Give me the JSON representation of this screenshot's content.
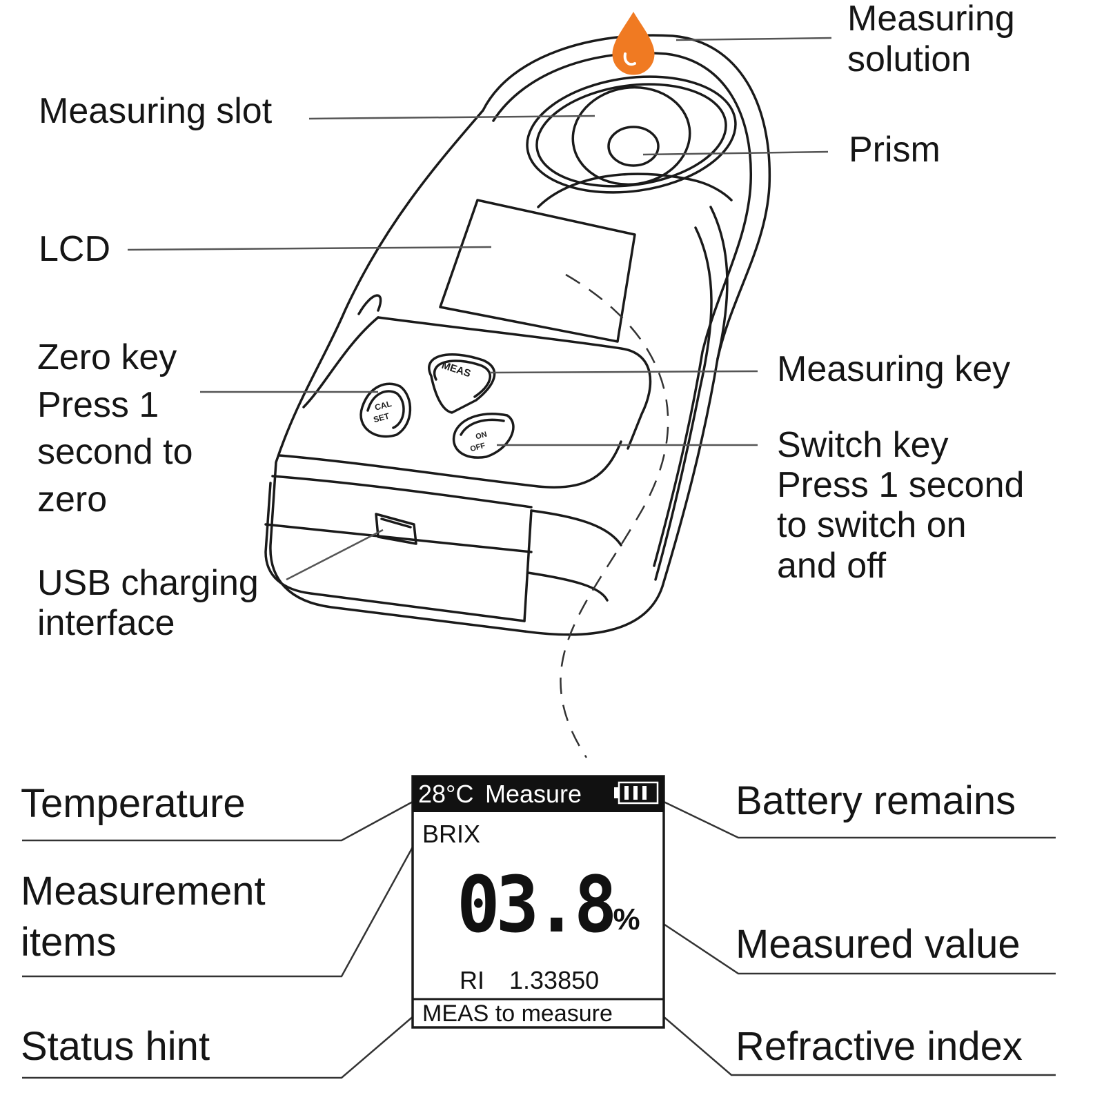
{
  "labels": {
    "measuring_solution": "Measuring\nsolution",
    "measuring_slot": "Measuring slot",
    "prism": "Prism",
    "lcd": "LCD",
    "zero_key": "Zero key\nPress 1\nsecond to\nzero",
    "measuring_key": "Measuring key",
    "switch_key": "Switch key\nPress 1 second\nto switch on\nand off",
    "usb": "USB charging\ninterface",
    "temperature": "Temperature",
    "measurement_items": "Measurement\nitems",
    "status_hint": "Status hint",
    "battery_remains": "Battery remains",
    "measured_value": "Measured value",
    "refractive_index": "Refractive index"
  },
  "device_keys": {
    "meas": "MEAS",
    "cal": "CAL",
    "set": "SET",
    "on": "ON",
    "off": "OFF"
  },
  "screen": {
    "temperature": "28°C",
    "mode": "Measure",
    "battery_bars": 3,
    "item": "BRIX",
    "value": "03.8",
    "unit": "%",
    "ri_label": "RI",
    "ri_value": "1.33850",
    "hint": "MEAS to measure"
  },
  "colors": {
    "drop": "#f07a22",
    "line": "#1a1a1a"
  }
}
